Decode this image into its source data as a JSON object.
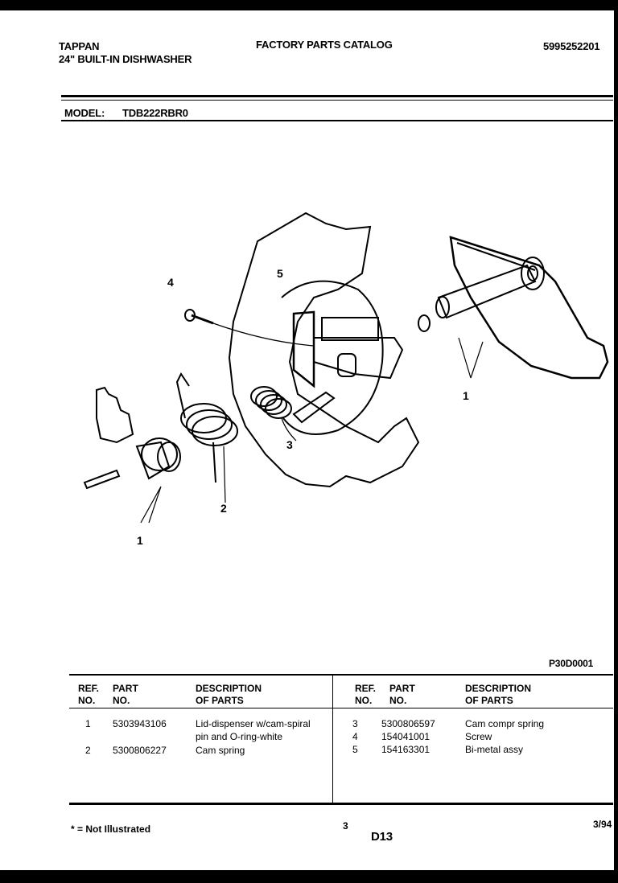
{
  "header": {
    "brand": "TAPPAN",
    "product": "24\" BUILT-IN DISHWASHER",
    "catalog_title": "FACTORY PARTS CATALOG",
    "catalog_number": "5995252201",
    "model_label": "MODEL:",
    "model_value": "TDB222RBR0"
  },
  "diagram": {
    "figure_id": "P30D0001",
    "callouts": [
      "4",
      "5",
      "1",
      "3",
      "2",
      "1"
    ]
  },
  "parts_table": {
    "headers": {
      "ref_line1": "REF.",
      "ref_line2": "NO.",
      "part_line1": "PART",
      "part_line2": "NO.",
      "desc_line1": "DESCRIPTION",
      "desc_line2": "OF PARTS"
    },
    "left_rows": [
      {
        "ref": "1",
        "part": "5303943106",
        "desc_line1": "Lid-dispenser w/cam-spiral",
        "desc_line2": "pin and O-ring-white"
      },
      {
        "ref": "2",
        "part": "5300806227",
        "desc_line1": "Cam spring",
        "desc_line2": ""
      }
    ],
    "right_rows": [
      {
        "ref": "3",
        "part": "5300806597",
        "desc": "Cam compr spring"
      },
      {
        "ref": "4",
        "part": "154041001",
        "desc": "Screw"
      },
      {
        "ref": "5",
        "part": "154163301",
        "desc": "Bi-metal assy"
      }
    ]
  },
  "footer": {
    "note": "* = Not Illustrated",
    "page_number": "3",
    "section_code": "D13",
    "date": "3/94"
  }
}
